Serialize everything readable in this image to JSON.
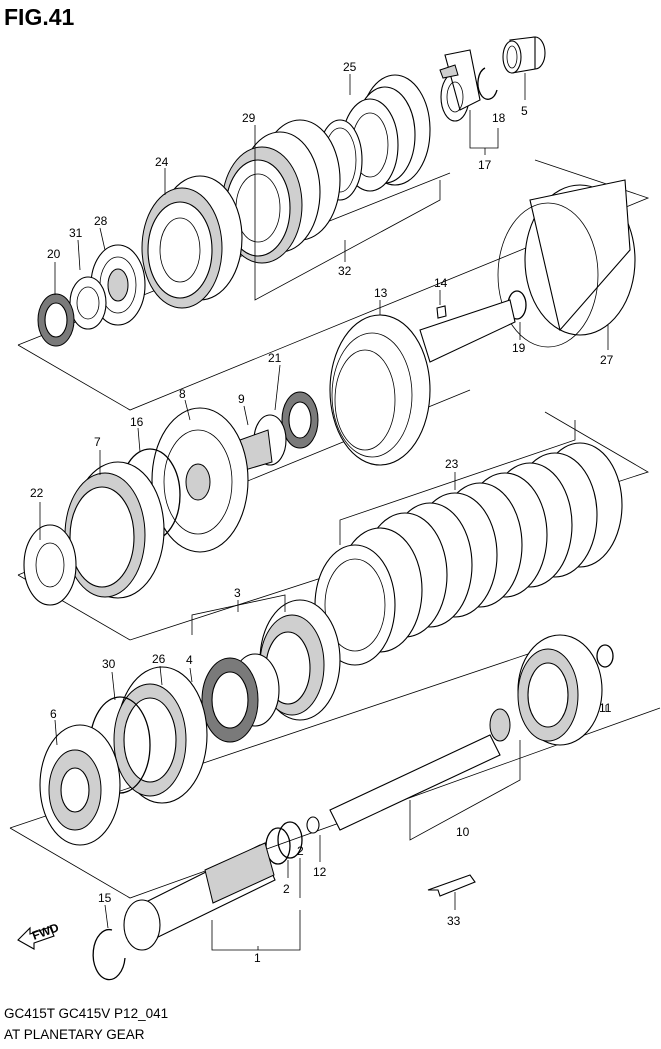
{
  "figure": {
    "title": "FIG.41"
  },
  "footer": {
    "model_code": "GC415T GC415V P12_041",
    "caption": "AT PLANETARY GEAR"
  },
  "fwd_label": "FWD",
  "callouts": {
    "c1": "1",
    "c2a": "2",
    "c2b": "2",
    "c3": "3",
    "c4": "4",
    "c5": "5",
    "c6": "6",
    "c7": "7",
    "c8": "8",
    "c9": "9",
    "c10": "10",
    "c11": "11",
    "c12": "12",
    "c13": "13",
    "c14": "14",
    "c15": "15",
    "c16": "16",
    "c17": "17",
    "c18": "18",
    "c19": "19",
    "c20": "20",
    "c21": "21",
    "c22": "22",
    "c23": "23",
    "c24": "24",
    "c25": "25",
    "c26": "26",
    "c27": "27",
    "c28": "28",
    "c29": "29",
    "c30": "30",
    "c31": "31",
    "c32": "32",
    "c33": "33"
  }
}
